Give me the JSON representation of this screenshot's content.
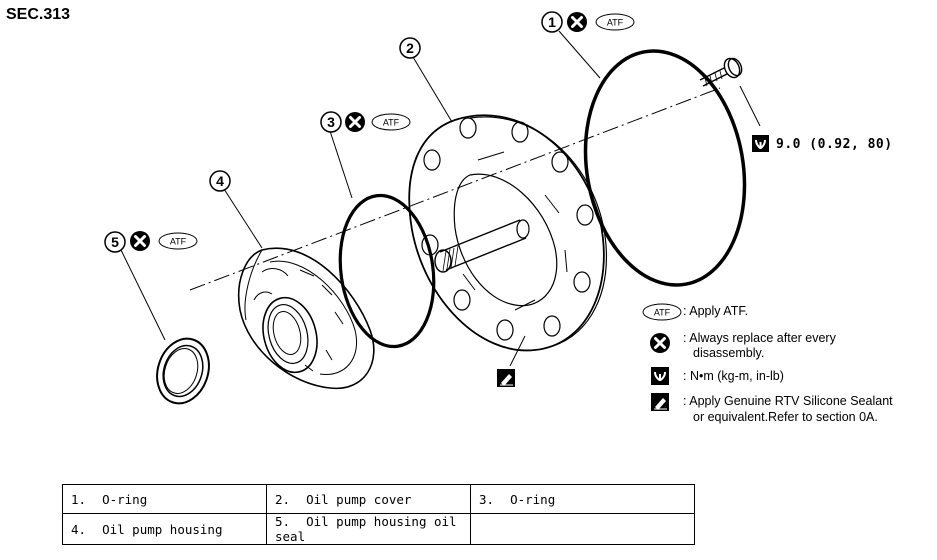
{
  "section": "SEC.313",
  "callouts": [
    {
      "num": "1",
      "badge": "ATF"
    },
    {
      "num": "2"
    },
    {
      "num": "3",
      "badge": "ATF"
    },
    {
      "num": "4"
    },
    {
      "num": "5",
      "badge": "ATF"
    }
  ],
  "torque_value": "9.0 (0.92, 80)",
  "legend": {
    "atf_badge": "ATF",
    "atf_text": ": Apply ATF.",
    "replace_line1": ": Always replace after every",
    "replace_line2": "disassembly.",
    "torque_text": ": N•m (kg-m, in-lb)",
    "sealant_line1": ": Apply Genuine RTV Silicone Sealant",
    "sealant_line2": "or equivalent.Refer to section 0A."
  },
  "parts_table": [
    [
      {
        "num": "1.",
        "name": "O-ring"
      },
      {
        "num": "2.",
        "name": "Oil pump cover"
      },
      {
        "num": "3.",
        "name": "O-ring"
      }
    ],
    [
      {
        "num": "4.",
        "name": "Oil pump housing"
      },
      {
        "num": "5.",
        "name": "Oil pump housing oil seal"
      },
      {
        "num": "",
        "name": ""
      }
    ]
  ],
  "icons": [
    "replace-x-icon",
    "torque-wrench-icon",
    "sealant-icon",
    "atf-badge-icon",
    "bolt-icon"
  ]
}
